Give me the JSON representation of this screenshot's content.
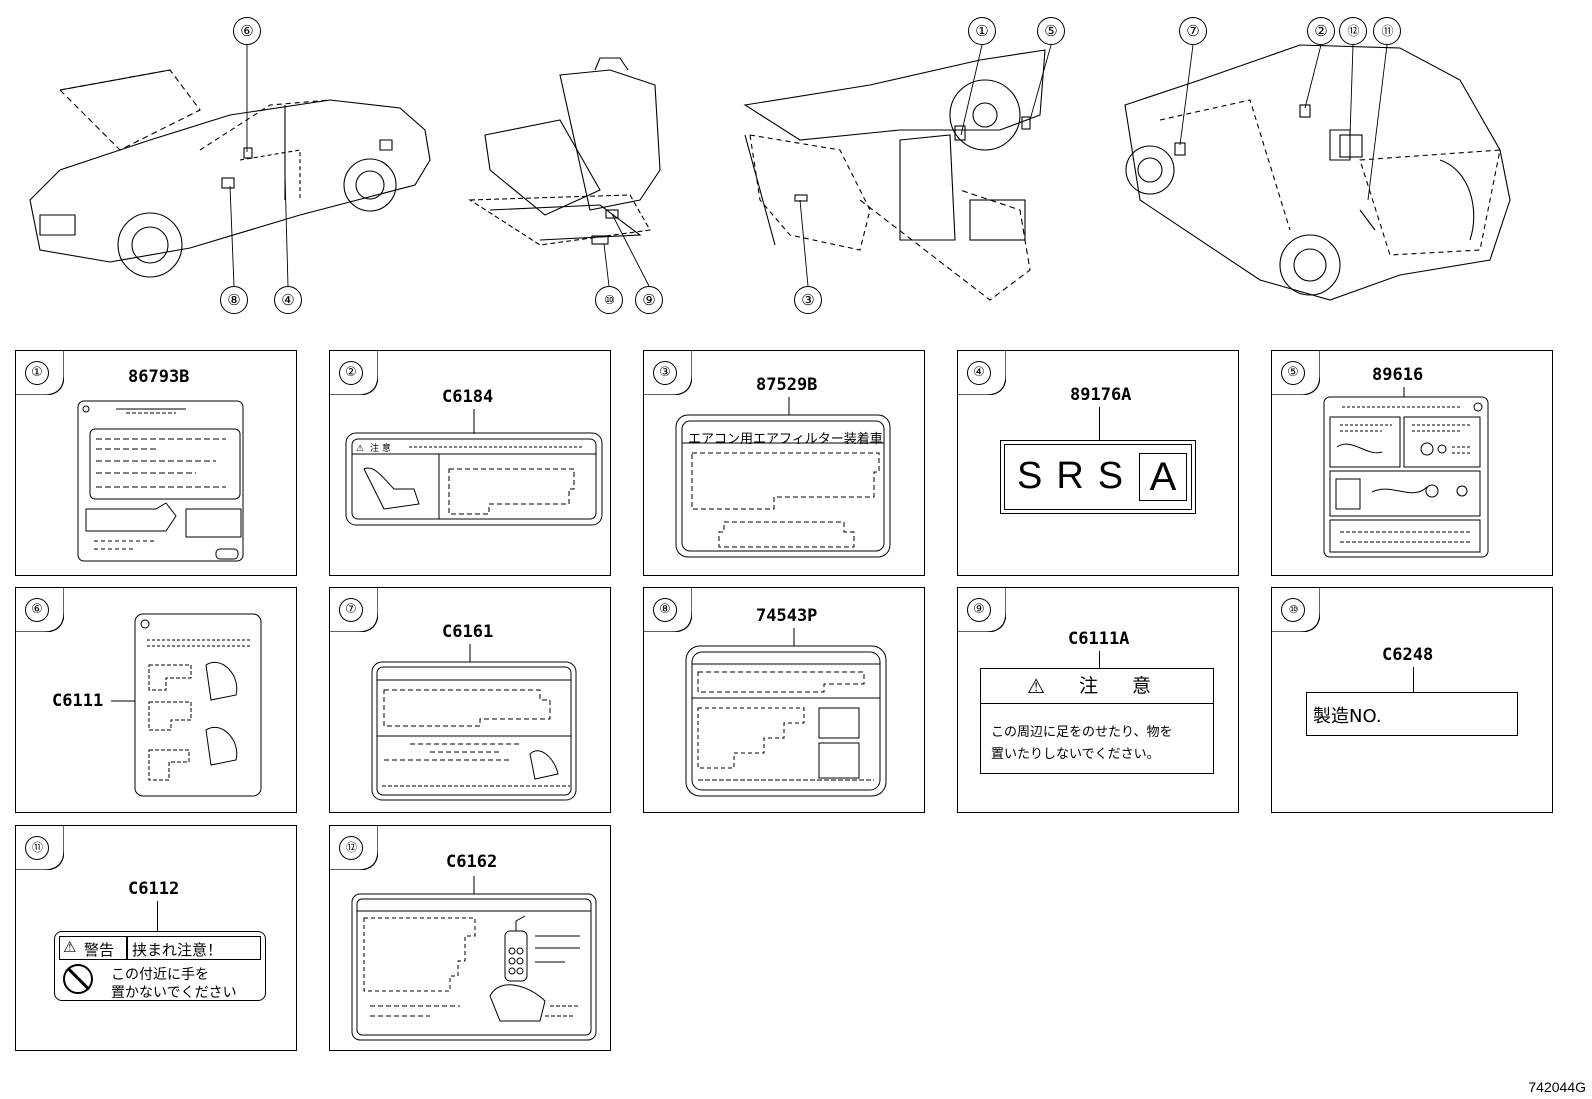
{
  "diagram_code": "742044G",
  "callouts": [
    "①",
    "②",
    "③",
    "④",
    "⑤",
    "⑥",
    "⑦",
    "⑧",
    "⑨",
    "⑩",
    "⑪",
    "⑫"
  ],
  "panels": [
    {
      "num": "1",
      "part_no": "86793B"
    },
    {
      "num": "2",
      "part_no": "C6184",
      "text": "注 意"
    },
    {
      "num": "3",
      "part_no": "87529B",
      "text": "エアコン用エアフィルター装着車"
    },
    {
      "num": "4",
      "part_no": "89176A",
      "text": "SRS",
      "boxed": "A"
    },
    {
      "num": "5",
      "part_no": "89616"
    },
    {
      "num": "6",
      "part_no": "C6111"
    },
    {
      "num": "7",
      "part_no": "C6161"
    },
    {
      "num": "8",
      "part_no": "74543P"
    },
    {
      "num": "9",
      "part_no": "C6111A",
      "title": "注 意",
      "line1": "この周辺に足をのせたり、物を",
      "line2": "置いたりしないでください。"
    },
    {
      "num": "10",
      "part_no": "C6248",
      "text": "製造NO."
    },
    {
      "num": "11",
      "part_no": "C6112",
      "warn": "警告",
      "caution": "挟まれ注意！",
      "line1": "この付近に手を",
      "line2": "置かないでください"
    },
    {
      "num": "12",
      "part_no": "C6162"
    }
  ]
}
